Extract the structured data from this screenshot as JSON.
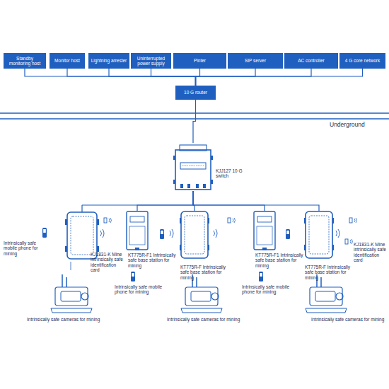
{
  "diagram": {
    "nodes": [
      {
        "text": [
          "Standby monitoring host"
        ]
      },
      {
        "text": [
          "Monitor host"
        ]
      },
      {
        "text": [
          "Lightning arrester"
        ]
      },
      {
        "text": [
          "Uninterrupted power supply"
        ]
      },
      {
        "text": [
          "Pinter"
        ]
      },
      {
        "text": [
          "SIP server"
        ]
      },
      {
        "text": [
          "AC controller"
        ]
      },
      {
        "text": [
          "4 G core network"
        ]
      },
      {
        "text": [
          "10 G router"
        ]
      },
      {
        "text": [
          "KJJ127 10 G switch"
        ]
      },
      {
        "text": [
          "KT775R-F1 Intrinsically safe base station for mining"
        ]
      },
      {
        "text": [
          "KT775R-F Intrinsically safe base station for mining"
        ]
      },
      {
        "text": [
          "KT775R-F1 Intrinsically safe base station for mining"
        ]
      },
      {
        "text": [
          "KT775R-F Intrinsically safe base station for mining"
        ]
      }
    ],
    "edges": [
      {
        "from": 0,
        "to": 8,
        "arrow": "none"
      },
      {
        "from": 1,
        "to": 8,
        "arrow": "none"
      },
      {
        "from": 2,
        "to": 8,
        "arrow": "none"
      },
      {
        "from": 3,
        "to": 8,
        "arrow": "none"
      },
      {
        "from": 4,
        "to": 8,
        "arrow": "none"
      },
      {
        "from": 5,
        "to": 8,
        "arrow": "none"
      },
      {
        "from": 6,
        "to": 8,
        "arrow": "none"
      },
      {
        "from": 7,
        "to": 8,
        "arrow": "none"
      },
      {
        "from": 8,
        "to": 9,
        "arrow": "none"
      },
      {
        "from": 9,
        "to": 10,
        "arrow": "none"
      },
      {
        "from": 9,
        "to": 11,
        "arrow": "none"
      },
      {
        "from": 9,
        "to": 12,
        "arrow": "none"
      },
      {
        "from": 9,
        "to": 13,
        "arrow": "none"
      }
    ],
    "labels": [
      "Underground",
      "Intrinsically safe mobile phone for mining",
      "KJ1831-K Mine intrinsically safe identification card",
      "Intrinsically safe mobile phone for mining",
      "Intrinsically safe mobile phone for mining",
      "Intrinsically safe cameras for mining",
      "Intrinsically safe cameras for mining",
      "Intrinsically safe cameras for mining",
      "KJ1831-K Mine intrinsically safe identification card"
    ]
  }
}
